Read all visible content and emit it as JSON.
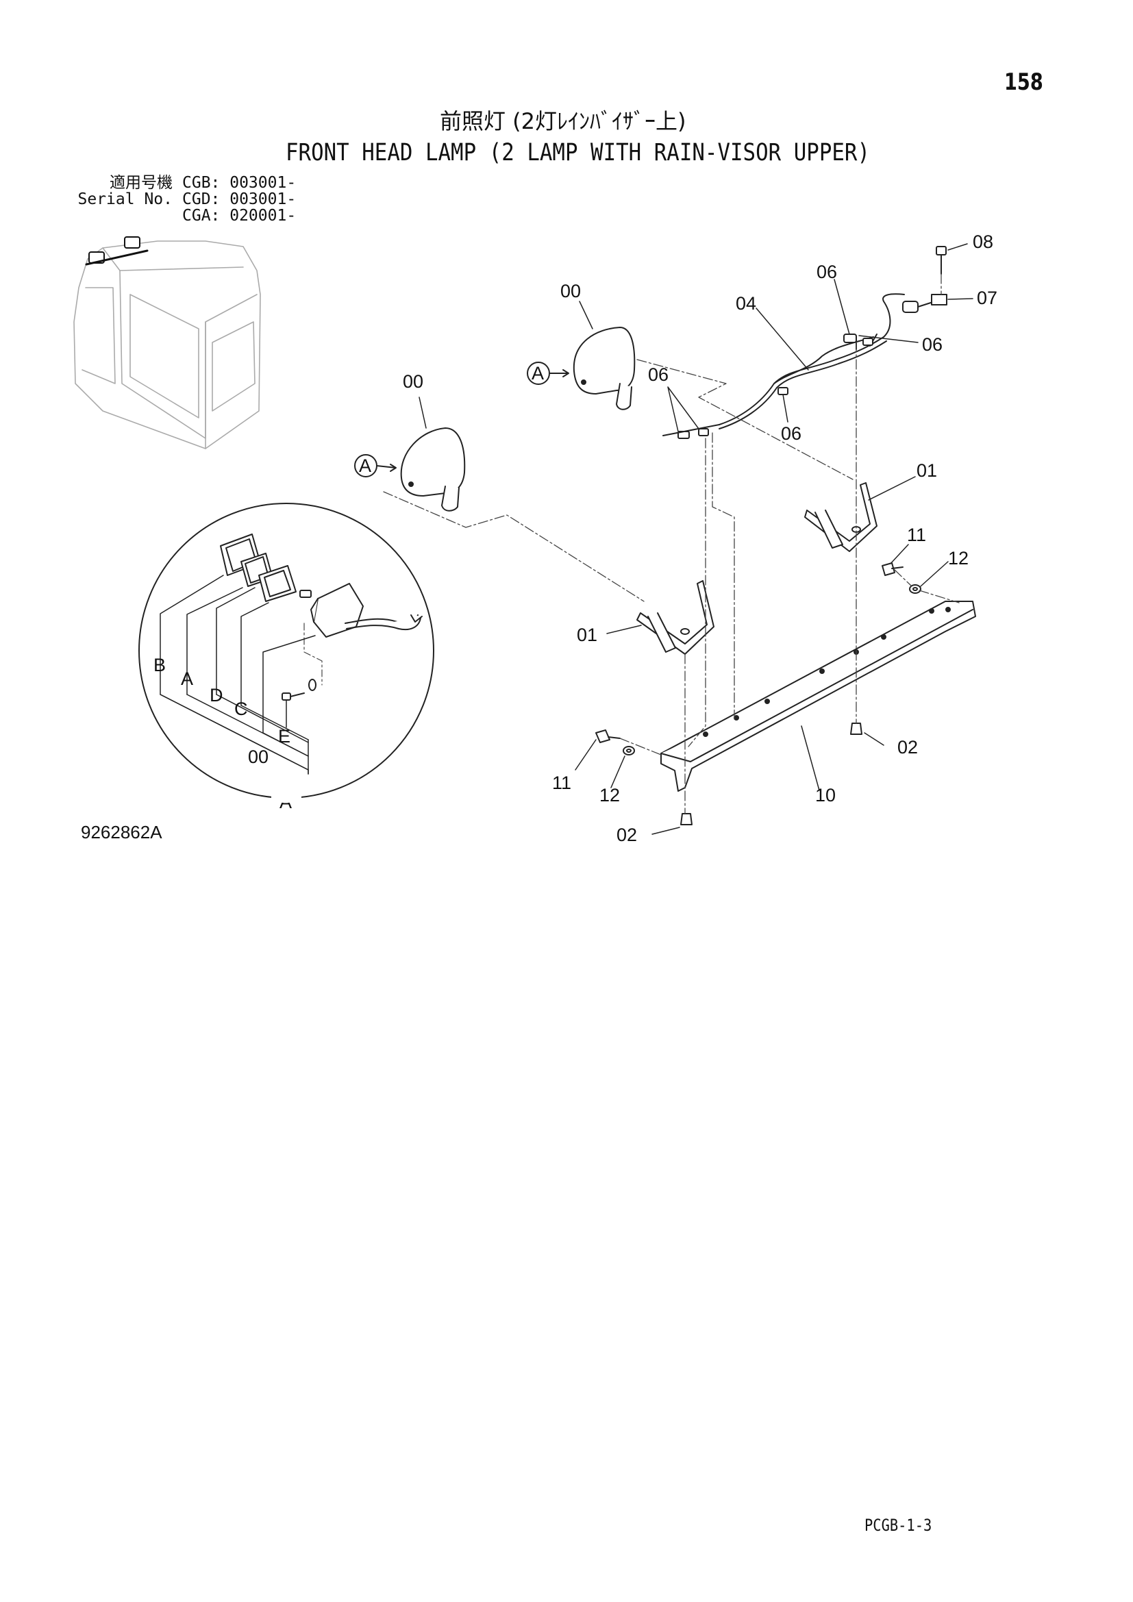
{
  "page_number": "158",
  "title_jp": "前照灯 (2灯ﾚｲﾝﾊﾞｲｻﾞｰ上)",
  "title_en": "FRONT HEAD LAMP (2 LAMP WITH RAIN-VISOR UPPER)",
  "serial_labels": [
    "適用号機",
    "Serial No."
  ],
  "serial_values": [
    "CGB: 003001-",
    "CGD: 003001-",
    "CGA: 020001-"
  ],
  "figure_id": "9262862A",
  "page_code": "PCGB-1-3",
  "callouts": {
    "c08": "08",
    "c07": "07",
    "c06a": "06",
    "c06b": "06",
    "c06c": "06",
    "c06d": "06",
    "c04": "04",
    "c00a": "00",
    "c00b": "00",
    "c00c": "00",
    "c01a": "01",
    "c01b": "01",
    "c11a": "11",
    "c11b": "11",
    "c12a": "12",
    "c12b": "12",
    "c02a": "02",
    "c02b": "02",
    "c10": "10",
    "detA1": "A",
    "detA2": "A",
    "detA3": "A",
    "detA4": "A",
    "detB": "B",
    "detC": "C",
    "detD": "D",
    "detE": "E"
  }
}
